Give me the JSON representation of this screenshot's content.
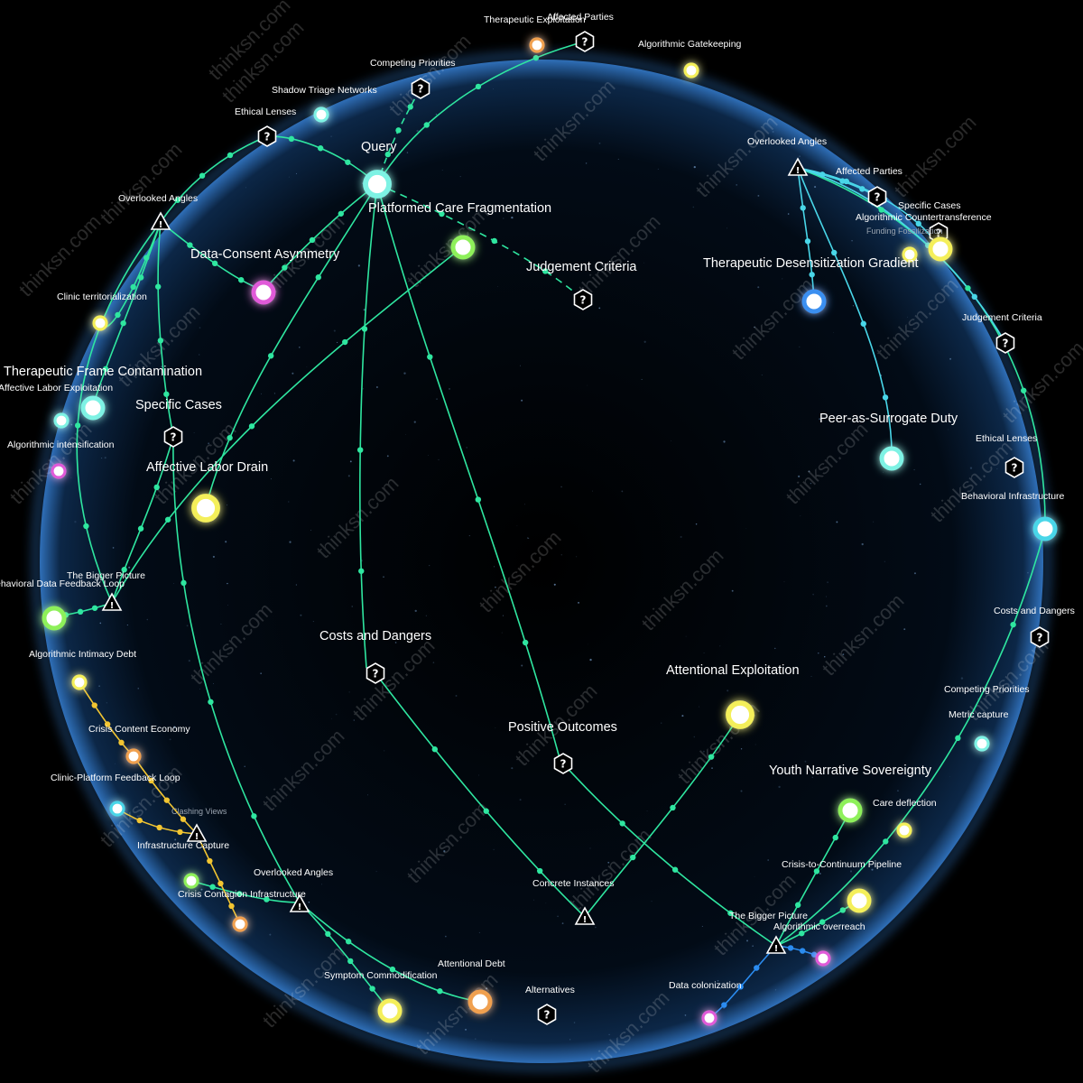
{
  "watermark": "thinksn.com",
  "colors": {
    "background": "#000000",
    "sphere_fill": "#03101f",
    "sphere_rim": "#2f6fb8",
    "edge_green": "#2fe6a0",
    "edge_yellow": "#f2c531",
    "edge_blue": "#2b8cf0",
    "edge_cyan": "#49d6e8"
  },
  "nodes": [
    {
      "id": "query",
      "label": "Query",
      "kind": "dot",
      "color": "#7ef2e4",
      "size": "large"
    },
    {
      "id": "platformed-care-fragmentation",
      "label": "Platformed Care Fragmentation",
      "kind": "none"
    },
    {
      "id": "competing-priorities-top",
      "label": "Competing Priorities",
      "kind": "question"
    },
    {
      "id": "shadow-triage-networks",
      "label": "Shadow Triage Networks",
      "kind": "dot",
      "color": "#7ef2e4",
      "size": "small"
    },
    {
      "id": "ethical-lenses-top",
      "label": "Ethical Lenses",
      "kind": "question"
    },
    {
      "id": "therapeutic-exploitation",
      "label": "Therapeutic Exploitation",
      "kind": "dot",
      "color": "#f0a050",
      "size": "small"
    },
    {
      "id": "affected-parties-top",
      "label": "Affected Parties",
      "kind": "question"
    },
    {
      "id": "algorithmic-gatekeeping",
      "label": "Algorithmic Gatekeeping",
      "kind": "dot",
      "color": "#f4ef5a",
      "size": "small"
    },
    {
      "id": "data-consent-asymmetry",
      "label": "Data-Consent Asymmetry",
      "kind": "dot",
      "color": "#e05ad8",
      "size": "medium"
    },
    {
      "id": "judgement-criteria-center",
      "label": "Judgement Criteria",
      "kind": "question"
    },
    {
      "id": "green-node-top",
      "label": "",
      "kind": "dot",
      "color": "#8ef05a",
      "size": "medium"
    },
    {
      "id": "overlooked-angles-left",
      "label": "Overlooked Angles",
      "kind": "warning"
    },
    {
      "id": "clinic-territorialization",
      "label": "Clinic territorialization",
      "kind": "dot",
      "color": "#f4ef5a",
      "size": "small"
    },
    {
      "id": "therapeutic-frame-contamination",
      "label": "Therapeutic Frame Contamination",
      "kind": "dot",
      "color": "#7ef2e4",
      "size": "medium"
    },
    {
      "id": "affective-labor-exploitation",
      "label": "Affective Labor Exploitation",
      "kind": "dot",
      "color": "#7ef2e4",
      "size": "small"
    },
    {
      "id": "specific-cases-left",
      "label": "Specific Cases",
      "kind": "question"
    },
    {
      "id": "algorithmic-intensification",
      "label": "Algorithmic intensification",
      "kind": "dot",
      "color": "#e05ad8",
      "size": "small"
    },
    {
      "id": "affective-labor-drain",
      "label": "Affective Labor Drain",
      "kind": "dot",
      "color": "#f4ef5a",
      "size": "large"
    },
    {
      "id": "the-bigger-picture-left",
      "label": "The Bigger Picture",
      "kind": "warning"
    },
    {
      "id": "behavioral-data-feedback-loop",
      "label": "Behavioral Data Feedback Loop",
      "kind": "dot",
      "color": "#8ef05a",
      "size": "medium"
    },
    {
      "id": "algorithmic-intimacy-debt",
      "label": "Algorithmic Intimacy Debt",
      "kind": "dot",
      "color": "#f4ef5a",
      "size": "small"
    },
    {
      "id": "crisis-content-economy",
      "label": "Crisis Content Economy",
      "kind": "dot",
      "color": "#f0a050",
      "size": "small"
    },
    {
      "id": "clinic-platform-feedback-loop",
      "label": "Clinic-Platform Feedback Loop",
      "kind": "dot",
      "color": "#49d6e8",
      "size": "small"
    },
    {
      "id": "clashing-views",
      "label": "Clashing Views",
      "kind": "warning"
    },
    {
      "id": "infrastructure-capture",
      "label": "Infrastructure Capture",
      "kind": "dot",
      "color": "#8ef05a",
      "size": "small"
    },
    {
      "id": "crisis-contagion-infrastructure",
      "label": "Crisis Contagion Infrastructure",
      "kind": "dot",
      "color": "#f0a050",
      "size": "small"
    },
    {
      "id": "overlooked-angles-bottom",
      "label": "Overlooked Angles",
      "kind": "warning"
    },
    {
      "id": "symptom-commodification",
      "label": "Symptom Commodification",
      "kind": "dot",
      "color": "#f4ef5a",
      "size": "medium"
    },
    {
      "id": "attentional-debt",
      "label": "Attentional Debt",
      "kind": "dot",
      "color": "#f0a050",
      "size": "medium"
    },
    {
      "id": "alternatives",
      "label": "Alternatives",
      "kind": "question"
    },
    {
      "id": "costs-and-dangers-center",
      "label": "Costs and Dangers",
      "kind": "question"
    },
    {
      "id": "positive-outcomes",
      "label": "Positive Outcomes",
      "kind": "question"
    },
    {
      "id": "concrete-instances",
      "label": "Concrete Instances",
      "kind": "warning"
    },
    {
      "id": "attentional-exploitation",
      "label": "Attentional Exploitation",
      "kind": "dot",
      "color": "#f4ef5a",
      "size": "large"
    },
    {
      "id": "youth-narrative-sovereignty",
      "label": "Youth Narrative Sovereignty",
      "kind": "dot",
      "color": "#8ef05a",
      "size": "medium"
    },
    {
      "id": "care-deflection",
      "label": "Care deflection",
      "kind": "dot",
      "color": "#f4ef5a",
      "size": "small"
    },
    {
      "id": "crisis-to-continuum-pipeline",
      "label": "Crisis-to-Continuum Pipeline",
      "kind": "dot",
      "color": "#f4ef5a",
      "size": "medium"
    },
    {
      "id": "the-bigger-picture-bottom",
      "label": "The Bigger Picture",
      "kind": "warning"
    },
    {
      "id": "algorithmic-overreach",
      "label": "Algorithmic overreach",
      "kind": "dot",
      "color": "#e05ad8",
      "size": "small"
    },
    {
      "id": "data-colonization",
      "label": "Data colonization",
      "kind": "dot",
      "color": "#e05ad8",
      "size": "small"
    },
    {
      "id": "overlooked-angles-right",
      "label": "Overlooked Angles",
      "kind": "warning"
    },
    {
      "id": "affected-parties-right",
      "label": "Affected Parties",
      "kind": "question"
    },
    {
      "id": "specific-cases-right",
      "label": "Specific Cases",
      "kind": "question"
    },
    {
      "id": "algorithmic-countertransference",
      "label": "Algorithmic Countertransference",
      "kind": "dot",
      "color": "#f4ef5a",
      "size": "medium"
    },
    {
      "id": "funding-fossilization",
      "label": "Funding Fossilization",
      "kind": "dot",
      "color": "#f4ef5a",
      "size": "small"
    },
    {
      "id": "therapeutic-desensitization-gradient",
      "label": "Therapeutic Desensitization Gradient",
      "kind": "dot",
      "color": "#3a8ff0",
      "size": "medium"
    },
    {
      "id": "judgement-criteria-right",
      "label": "Judgement Criteria",
      "kind": "question"
    },
    {
      "id": "peer-as-surrogate-duty",
      "label": "Peer-as-Surrogate Duty",
      "kind": "dot",
      "color": "#7ef2e4",
      "size": "medium"
    },
    {
      "id": "ethical-lenses-right",
      "label": "Ethical Lenses",
      "kind": "question"
    },
    {
      "id": "behavioral-infrastructure",
      "label": "Behavioral Infrastructure",
      "kind": "dot",
      "color": "#49d6e8",
      "size": "medium"
    },
    {
      "id": "costs-and-dangers-right",
      "label": "Costs and Dangers",
      "kind": "question"
    },
    {
      "id": "competing-priorities-right",
      "label": "Competing Priorities",
      "kind": "none"
    },
    {
      "id": "metric-capture",
      "label": "Metric capture",
      "kind": "dot",
      "color": "#7ef2e4",
      "size": "small"
    }
  ]
}
